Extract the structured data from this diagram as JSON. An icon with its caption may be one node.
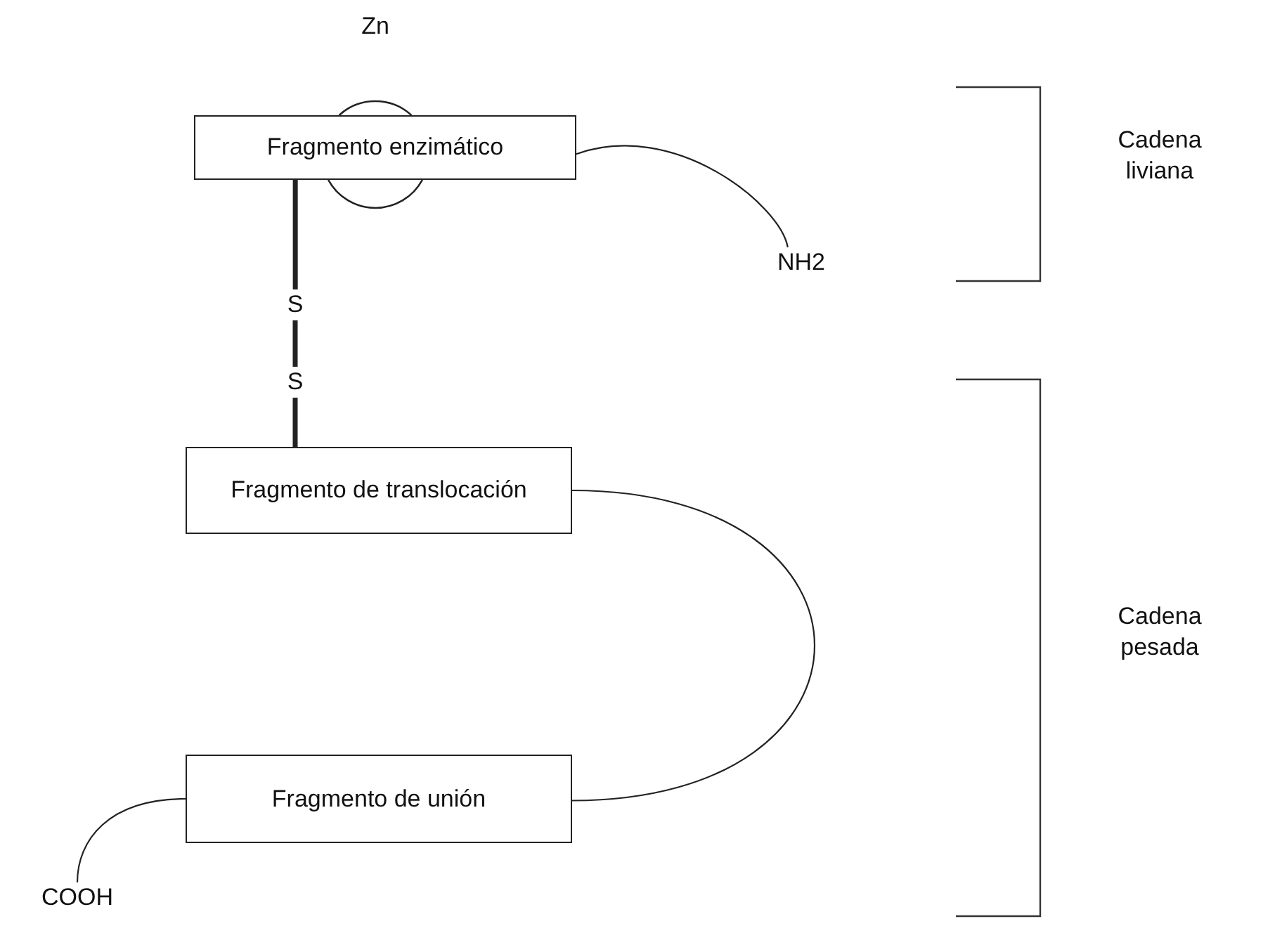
{
  "diagram": {
    "nodes": [
      {
        "text": [
          "Fragmento enzimático"
        ]
      },
      {
        "text": [
          "Fragmento de translocación"
        ]
      },
      {
        "text": [
          "Fragmento de unión"
        ]
      },
      {
        "text": [
          "NH2"
        ]
      },
      {
        "text": [
          "S"
        ]
      },
      {
        "text": [
          "S"
        ]
      },
      {
        "text": [
          "COOH"
        ]
      },
      {
        "text": [],
        "shape": "arc",
        "beside": [
          "Zn"
        ]
      },
      {
        "text": [],
        "shape": "arc"
      }
    ],
    "edges": [
      {
        "from": 0,
        "to": 3,
        "arrow": "none"
      },
      {
        "from": 0,
        "to": 4,
        "arrow": "none",
        "style": "thick"
      },
      {
        "from": 4,
        "to": 5,
        "arrow": "none",
        "style": "thick"
      },
      {
        "from": 5,
        "to": 1,
        "arrow": "none",
        "style": "thick"
      },
      {
        "from": 1,
        "to": 2,
        "arrow": "none"
      },
      {
        "from": 2,
        "to": 6,
        "arrow": "none"
      }
    ],
    "labels": [
      "Cadena liviana",
      "Cadena pesada"
    ]
  }
}
